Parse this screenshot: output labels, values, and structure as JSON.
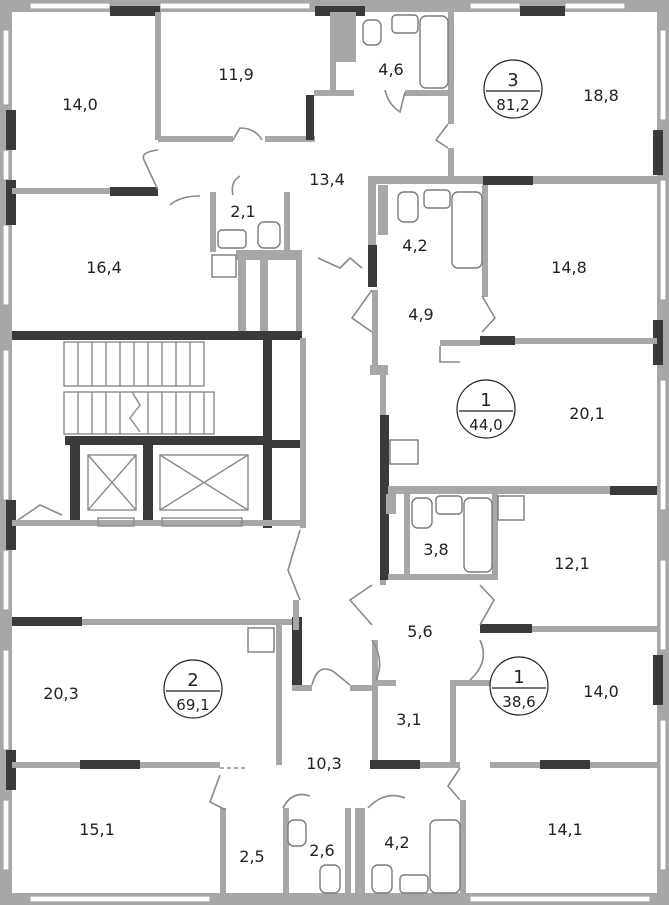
{
  "rooms": [
    {
      "label": "14,0"
    },
    {
      "label": "11,9"
    },
    {
      "label": "4,6"
    },
    {
      "label": "18,8"
    },
    {
      "label": "13,4"
    },
    {
      "label": "2,1"
    },
    {
      "label": "16,4"
    },
    {
      "label": "4,2"
    },
    {
      "label": "14,8"
    },
    {
      "label": "4,9"
    },
    {
      "label": "20,1"
    },
    {
      "label": "3,8"
    },
    {
      "label": "12,1"
    },
    {
      "label": "5,6"
    },
    {
      "label": "20,3"
    },
    {
      "label": "14,0"
    },
    {
      "label": "3,1"
    },
    {
      "label": "10,3"
    },
    {
      "label": "15,1"
    },
    {
      "label": "2,5"
    },
    {
      "label": "2,6"
    },
    {
      "label": "4,2"
    },
    {
      "label": "14,1"
    }
  ],
  "apartments": [
    {
      "number": "3",
      "area": "81,2"
    },
    {
      "number": "1",
      "area": "44,0"
    },
    {
      "number": "2",
      "area": "69,1"
    },
    {
      "number": "1",
      "area": "38,6"
    }
  ],
  "colors": {
    "wall": "#a7a7a7",
    "dark_wall": "#3a3a3a",
    "text": "#222222"
  }
}
